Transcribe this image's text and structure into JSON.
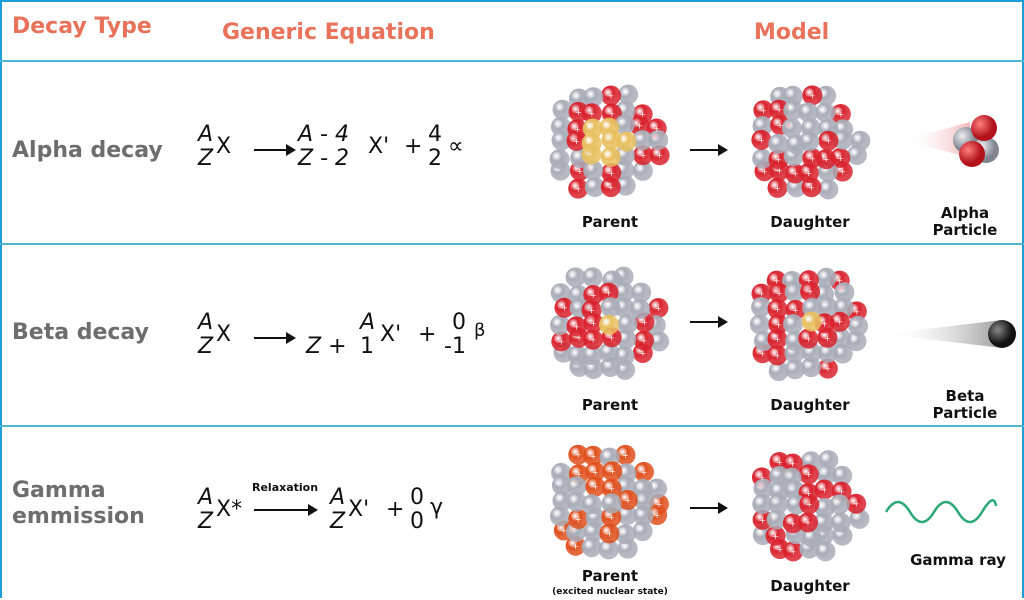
{
  "headers": {
    "decay_type": "Decay Type",
    "generic_equation": "Generic Equation",
    "model": "Model"
  },
  "colors": {
    "header": "#e8735a",
    "border": "#1a9fd8",
    "proton": "#d9232e",
    "neutron": "#a9adb8",
    "excited_proton": "#e0501e",
    "emitted_nucleon": "#e8c060",
    "gamma_wave": "#2aa876"
  },
  "rows": [
    {
      "type": "Alpha decay",
      "equation": {
        "lhs_mass": "A",
        "lhs_atomic": "Z",
        "lhs_symbol": "X",
        "rhs_mass": "A - 4",
        "rhs_atomic": "Z - 2",
        "rhs_symbol": "X'",
        "plus": "+",
        "part_mass": "4",
        "part_atomic": "2",
        "part_symbol": "∝"
      },
      "parent_label": "Parent",
      "daughter_label": "Daughter",
      "particle_label": "Alpha Particle"
    },
    {
      "type": "Beta decay",
      "equation": {
        "lhs_mass": "A",
        "lhs_atomic": "Z",
        "lhs_symbol": "X",
        "rhs_prefix": "Z +",
        "rhs_mass": "A",
        "rhs_atomic": "1",
        "rhs_symbol": "X'",
        "plus": "+",
        "part_mass": "0",
        "part_atomic": "-1",
        "part_symbol": "β"
      },
      "parent_label": "Parent",
      "daughter_label": "Daughter",
      "particle_label": "Beta Particle"
    },
    {
      "type": "Gamma emmission",
      "equation": {
        "lhs_mass": "A",
        "lhs_atomic": "Z",
        "lhs_symbol": "X*",
        "arrow_label": "Relaxation",
        "rhs_mass": "A",
        "rhs_atomic": "Z",
        "rhs_symbol": "X'",
        "plus": "+",
        "part_mass": "0",
        "part_atomic": "0",
        "part_symbol": "γ"
      },
      "parent_label": "Parent",
      "parent_sublabel": "(excited nuclear state)",
      "daughter_label": "Daughter",
      "particle_label": "Gamma ray"
    }
  ]
}
